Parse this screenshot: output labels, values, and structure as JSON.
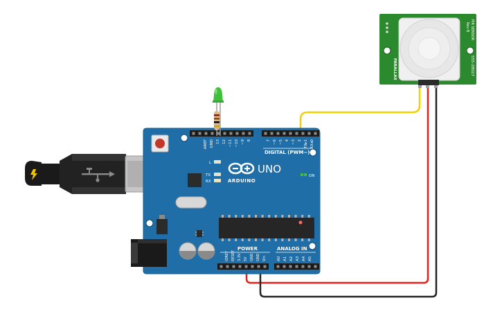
{
  "board": {
    "logo_text": "UNO",
    "brand_text": "ARDUINO",
    "digital_label": "DIGITAL (PWM~)",
    "power_label": "POWER",
    "analog_label": "ANALOG IN",
    "on_label": "ON",
    "led_l": "L",
    "led_tx": "TX",
    "led_rx": "RX",
    "top_pins": [
      "AREF",
      "GND",
      "13",
      "12",
      "~11",
      "~10",
      "~9",
      "8",
      "7",
      "~6",
      "~5",
      "4",
      "~3",
      "2",
      "TX▸1",
      "RX◂0"
    ],
    "bottom_power_pins": [
      "IOREF",
      "RESET",
      "3.3V",
      "5V",
      "GND",
      "GND",
      "Vin"
    ],
    "bottom_analog_pins": [
      "A0",
      "A1",
      "A2",
      "A3",
      "A4",
      "A5"
    ]
  },
  "sensor": {
    "name": "PIR SENSOR",
    "side_left": "PARALLAX",
    "side_right": "555-28027",
    "rev": "Rev B"
  },
  "wires": {
    "signal_color": "#f2d100",
    "power_color": "#e8221b",
    "ground_color": "#222222"
  },
  "colors": {
    "board": "#1f6ea8",
    "pcb_dark": "#15507d",
    "sensor_pcb": "#2c8a2e",
    "led": "#3fbf3a"
  }
}
